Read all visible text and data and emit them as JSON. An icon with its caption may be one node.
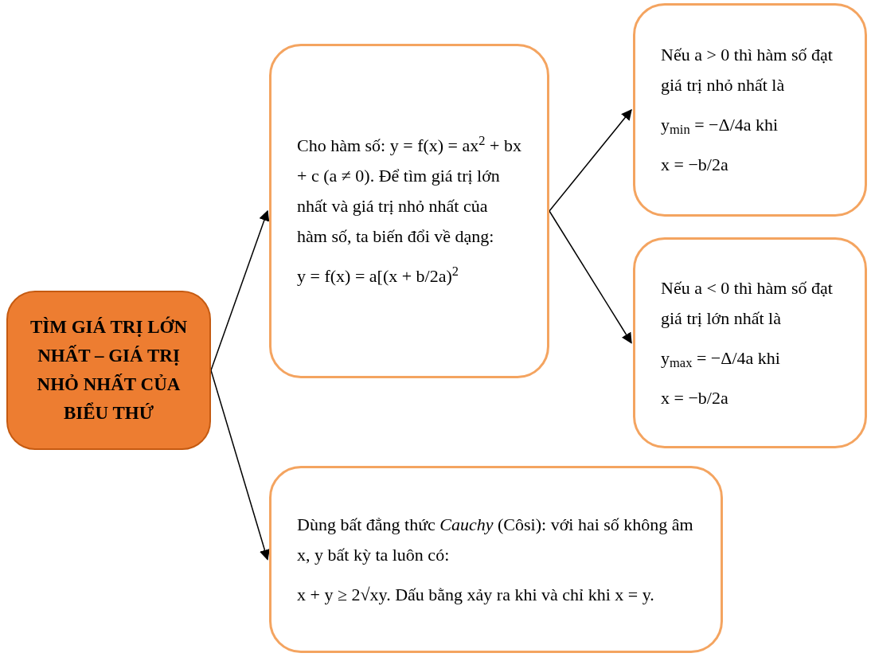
{
  "diagram": {
    "nodes": [
      {
        "text": [
          "TÌM GIÁ TRỊ LỚN NHẤT – GIÁ TRỊ NHỎ NHẤT CỦA BIỂU THỨ"
        ]
      },
      {
        "text": [
          "Cho hàm số: y = f(x) = ax$^{2}$ + bx + c (a ≠ 0). Để tìm giá trị lớn nhất và giá trị nhỏ nhất của hàm số, ta biến đổi về dạng:",
          "y = f(x) = a[(x + b/2a)$^{2}$"
        ]
      },
      {
        "text": [
          "Nếu a > 0 thì hàm số đạt giá trị nhỏ nhất là",
          "y$_{min}$ = −Δ/4a khi",
          "x = −b/2a"
        ]
      },
      {
        "text": [
          "Nếu a < 0 thì hàm số đạt giá trị lớn nhất là",
          "y$_{max}$ = −Δ/4a khi",
          "x = −b/2a"
        ]
      },
      {
        "text": [
          "Dùng bất đẳng thức *Cauchy* (Côsi): với hai số không âm x, y bất kỳ ta luôn có:",
          "x + y ≥ 2√xy. Dấu bằng xảy ra khi và chỉ khi x = y."
        ]
      }
    ],
    "edges": [
      {
        "from": 0,
        "to": 1,
        "arrow": "to"
      },
      {
        "from": 0,
        "to": 4,
        "arrow": "to"
      },
      {
        "from": 1,
        "to": 2,
        "arrow": "to"
      },
      {
        "from": 1,
        "to": 3,
        "arrow": "to"
      }
    ]
  }
}
